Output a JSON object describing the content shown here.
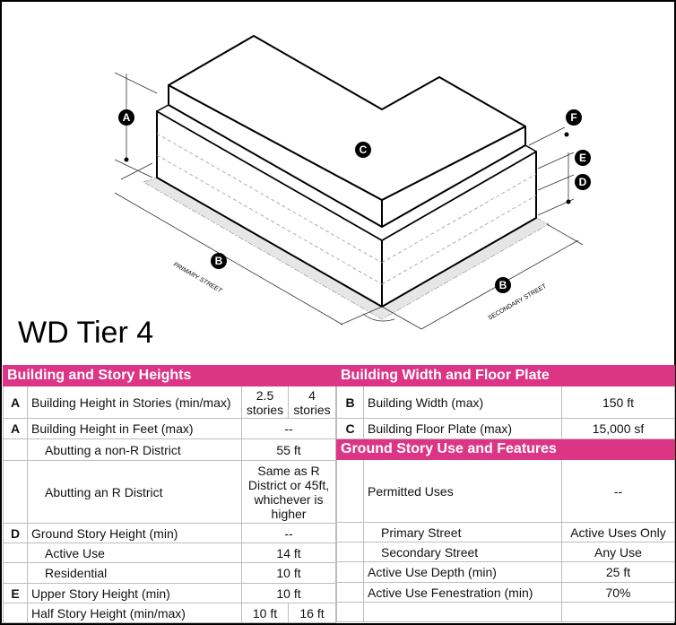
{
  "title": "WD Tier 4",
  "diagram": {
    "markers": [
      "A",
      "B",
      "C",
      "D",
      "E",
      "F"
    ],
    "primary_street": "PRIMARY STREET",
    "secondary_street": "SECONDARY STREET"
  },
  "colors": {
    "header": "#dc3586"
  },
  "left_table": {
    "header": "Building and Story Heights",
    "rows": [
      {
        "letter": "A",
        "label": "Building Height in Stories (min/max)",
        "min": "2.5 stories",
        "max": "4 stories"
      },
      {
        "letter": "A",
        "label": "Building Height in Feet (max)",
        "value": "--"
      },
      {
        "letter": "",
        "label": "Abutting a non-R District",
        "value": "55 ft"
      },
      {
        "letter": "",
        "label": "Abutting an R District",
        "value": "Same as R District or 45ft, whichever is higher"
      },
      {
        "letter": "D",
        "label": "Ground Story Height (min)",
        "value": "--"
      },
      {
        "letter": "",
        "label": "Active Use",
        "value": "14 ft"
      },
      {
        "letter": "",
        "label": "Residential",
        "value": "10 ft"
      },
      {
        "letter": "E",
        "label": "Upper Story Height (min)",
        "value": "10 ft"
      },
      {
        "letter": "",
        "label": "Half Story Height (min/max)",
        "min": "10 ft",
        "max": "16 ft"
      }
    ]
  },
  "right_table": {
    "header1": "Building Width and Floor Plate",
    "header2": "Ground Story Use and Features",
    "rows1": [
      {
        "letter": "B",
        "label": "Building Width (max)",
        "value": "150 ft"
      },
      {
        "letter": "C",
        "label": "Building Floor Plate (max)",
        "value": "15,000 sf"
      }
    ],
    "rows2": [
      {
        "label": "Permitted Uses",
        "value": "--"
      },
      {
        "label": "Primary Street",
        "value": "Active Uses Only"
      },
      {
        "label": "Secondary Street",
        "value": "Any Use"
      },
      {
        "label": "Active Use Depth (min)",
        "value": "25 ft"
      },
      {
        "label": "Active Use Fenestration (min)",
        "value": "70%"
      }
    ]
  }
}
